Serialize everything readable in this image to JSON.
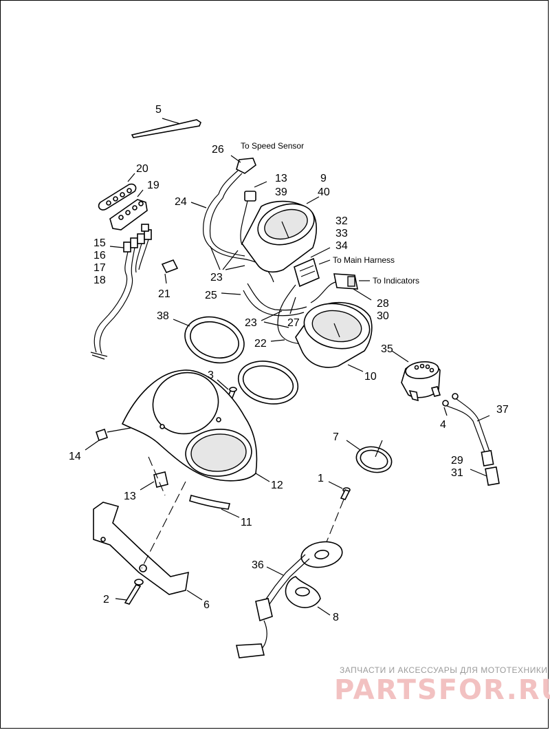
{
  "callouts": {
    "n1": "1",
    "n2": "2",
    "n3": "3",
    "n4": "4",
    "n5": "5",
    "n6": "6",
    "n7": "7",
    "n8": "8",
    "n9": "9",
    "n40": "40",
    "n10": "10",
    "n11": "11",
    "n12": "12",
    "n13a": "13",
    "n39": "39",
    "n13b": "13",
    "n14": "14",
    "n15": "15",
    "n16": "16",
    "n17": "17",
    "n18": "18",
    "n19": "19",
    "n20": "20",
    "n21": "21",
    "n22": "22",
    "n23a": "23",
    "n23b": "23",
    "n24": "24",
    "n25": "25",
    "n26": "26",
    "n27": "27",
    "n28": "28",
    "n30": "30",
    "n29": "29",
    "n31": "31",
    "n32": "32",
    "n33": "33",
    "n34": "34",
    "n35": "35",
    "n36": "36",
    "n37": "37",
    "n38": "38"
  },
  "annotations": {
    "speed_sensor": "To Speed Sensor",
    "main_harness": "To Main Harness",
    "indicators": "To Indicators"
  },
  "watermark": {
    "caption": "ЗАПЧАСТИ И АКСЕССУАРЫ ДЛЯ МОТОТЕХНИКИ",
    "brand": "PARTSFOR.RU"
  }
}
